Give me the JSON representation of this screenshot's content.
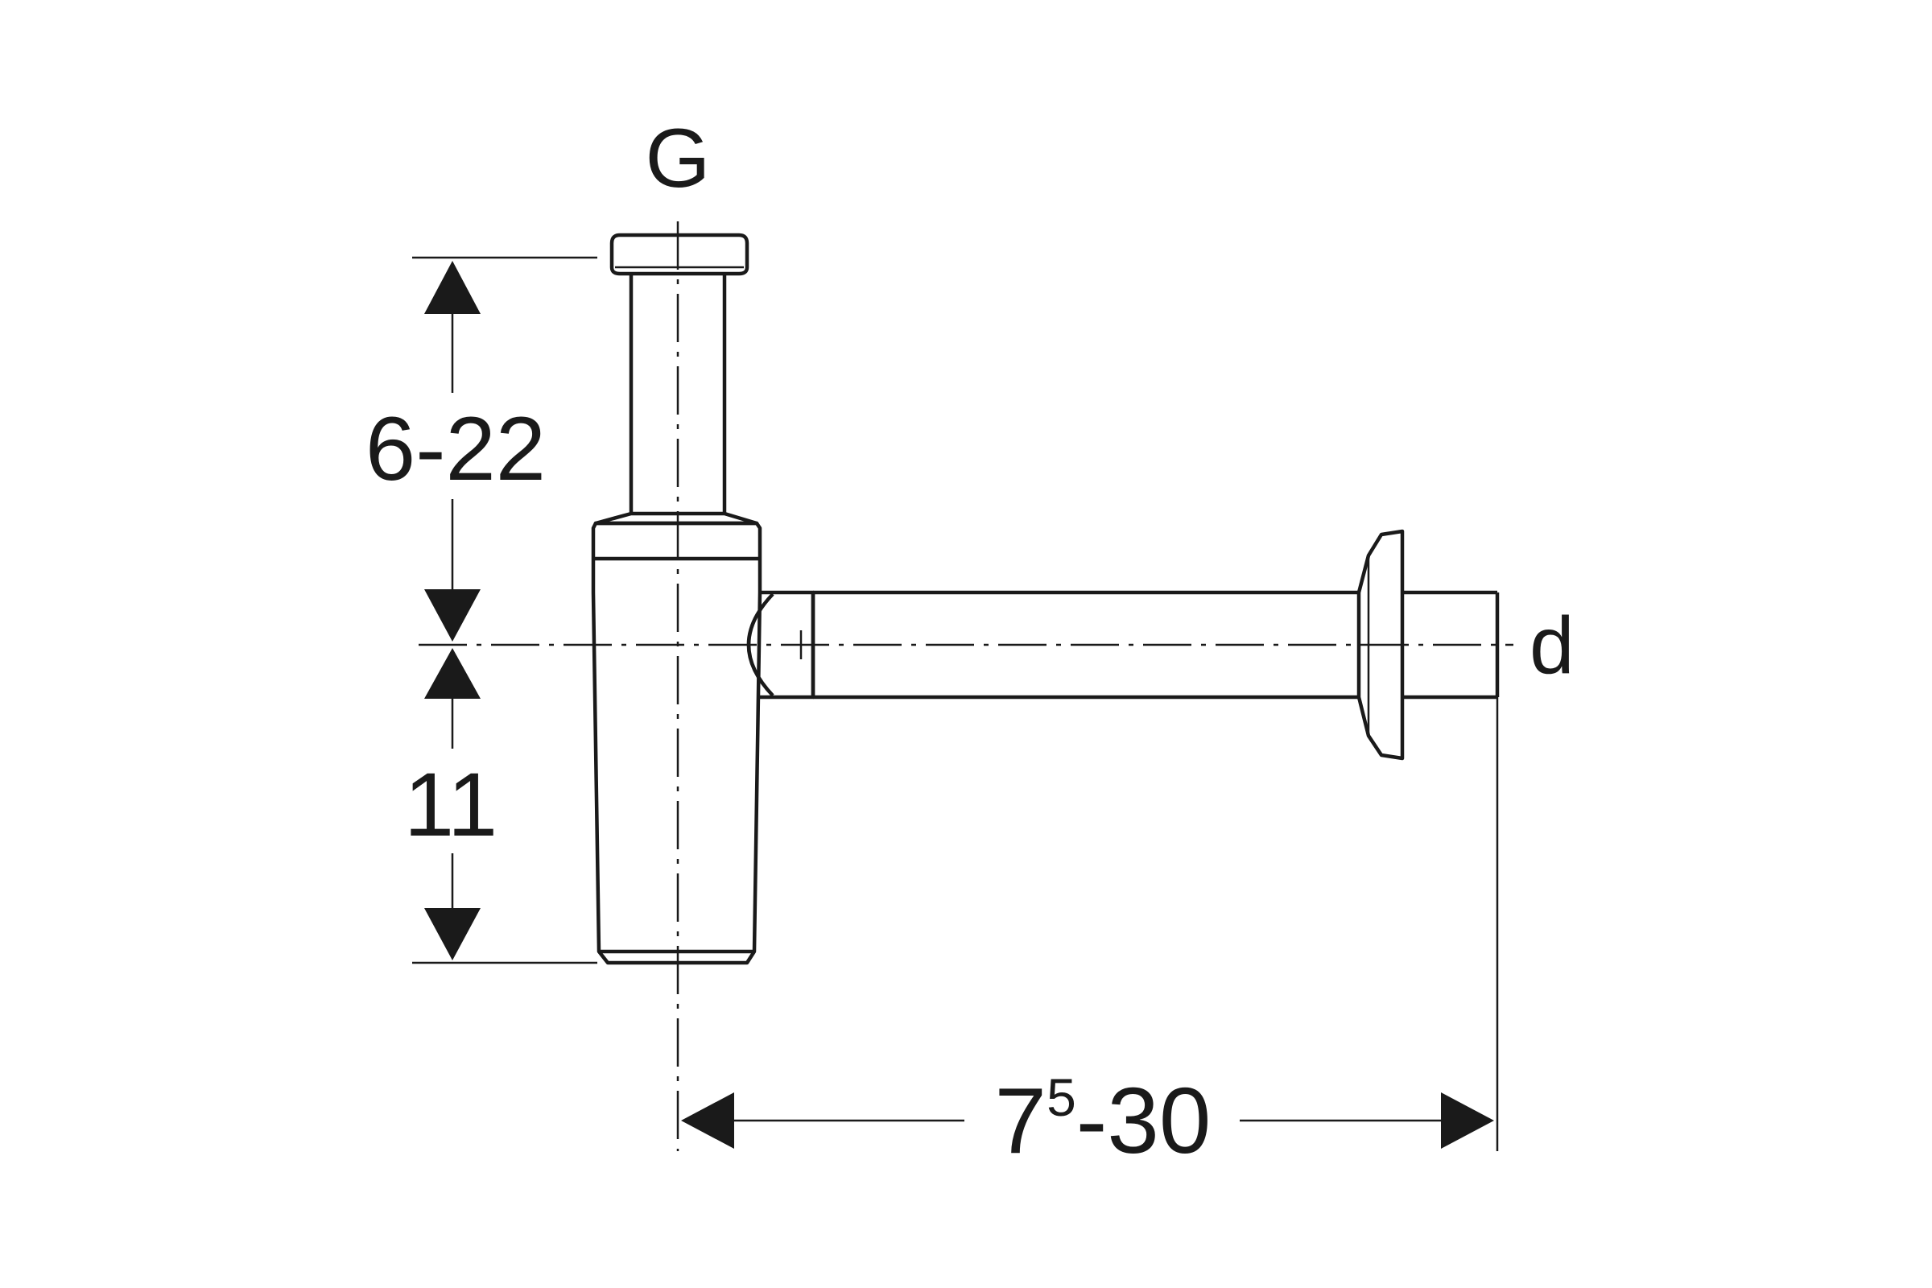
{
  "diagram": {
    "label_g": "G",
    "label_d": "d",
    "dim_vertical_upper": "6-22",
    "dim_vertical_lower": "11",
    "dim_horizontal_base": "7",
    "dim_horizontal_sup": "5",
    "dim_horizontal_rest": "-30",
    "line_color": "#1a1a1a",
    "background_color": "#ffffff"
  }
}
